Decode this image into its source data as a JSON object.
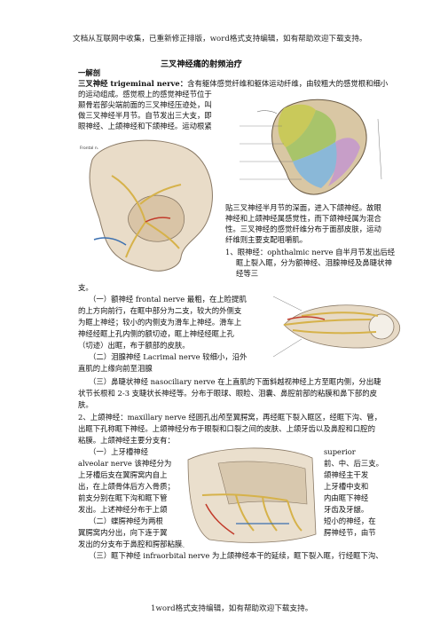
{
  "header": "文档从互联网中收集，已重新修正排版，word格式支持编辑，如有帮助欢迎下载支持。",
  "footer": "1word格式支持编辑，如有帮助欢迎下载支持。",
  "title": "三叉神经痛的射频治疗",
  "section1": "一解剖",
  "lines": [
    {
      "lead": "三叉神经 trigeminal  nerve：",
      "text": "含有躯体感觉纤维和躯体运动纤维，由较粗大的感觉根和细小"
    },
    {
      "text": "的运动组成。感觉根上的感觉神经节位于"
    },
    {
      "text": "颞骨岩部尖端前面的三叉神经压迹处，叫"
    },
    {
      "text": "做三叉神经半月节。自节发出三大支，即"
    },
    {
      "text": "眼神经、上颌神经和下颌神经。运动根紧"
    },
    {
      "text": "贴三叉神经半月节的深面，进入下颌神经。故眼"
    },
    {
      "text": "神经和上颌神经属感觉性，而下颌神经属为混合"
    },
    {
      "text": "性。三叉神经的感觉纤维分布于面部皮肤，运动"
    },
    {
      "text": "纤维则主要支配咀嚼肌。"
    },
    {
      "text": "1、眼神经：ophthalmic nerve 自半月节发出后经"
    },
    {
      "text": "眶上裂入眶，分为额神经、泪腺神经及鼻睫状神"
    },
    {
      "text": "经等三"
    },
    {
      "text": "支。"
    },
    {
      "text": "（一）额神经 frontal nerve 最粗，在上睑提肌"
    },
    {
      "text": "的上方向前行，在眶中部分为二支，较大的外侧支"
    },
    {
      "text": "为眶上神经；较小的内侧支为滑车上神经。滑车上"
    },
    {
      "text": "神经经眶上孔内侧的额切迹，眶上神经经眶上孔"
    },
    {
      "text": "（切迹）出眶，布于额部的皮肤。"
    },
    {
      "text": "（二）泪腺神经 Lacrimal  nerve 较细小，沿外"
    },
    {
      "text": "直肌的上缘向前至泪腺"
    },
    {
      "text": "（三）鼻睫状神经 nasociliary nerve 在上直肌的下面斜越视神经上方至眶内侧，分出睫"
    },
    {
      "text": "状节长根和 2-3 支睫状长神经等。分布于眼球、眼睑、泪囊、鼻腔前部的粘膜和鼻下部的皮"
    },
    {
      "text": "肤。"
    },
    {
      "text": "2、上颌神经：maxillary nerve 经圆孔出颅至翼腭窝，再经眶下裂入眶区，经眶下沟、管，"
    },
    {
      "text": "出眶下孔称眶下神经。上颌神经分布于眼裂和口裂之间的皮肤、上颌牙齿以及鼻腔和口腔的"
    },
    {
      "text": "粘膜。上颌神经主要分支有："
    },
    {
      "text": "（一）上牙槽神经"
    },
    {
      "text": "superior"
    },
    {
      "text": "alveolar  nerve 该神经分为"
    },
    {
      "text": "前、中、后三支。"
    },
    {
      "text": "上牙槽后支在翼腭窝内自上"
    },
    {
      "text": "颌神经主干发"
    },
    {
      "text": "出，在上颌骨体后方入骨质；"
    },
    {
      "text": "上牙槽中支和"
    },
    {
      "text": "前支分别在眶下沟和眶下管"
    },
    {
      "text": "内由眶下神经"
    },
    {
      "text": "发出。上述神经分布于上颌"
    },
    {
      "text": "牙齿及牙龈。"
    },
    {
      "text": "（二）蝶腭神经为两根"
    },
    {
      "text": "短小的神经，在"
    },
    {
      "text": "翼腭窝内分出，向下连于翼"
    },
    {
      "text": "腭神经节，由节"
    },
    {
      "text": "发出的分支布于鼻腔和腭部粘膜。"
    },
    {
      "text": "（三）眶下神经 infraorbital nerve 为上颌神经本干的延续，眶下裂入眶，行经眶下沟、"
    }
  ]
}
